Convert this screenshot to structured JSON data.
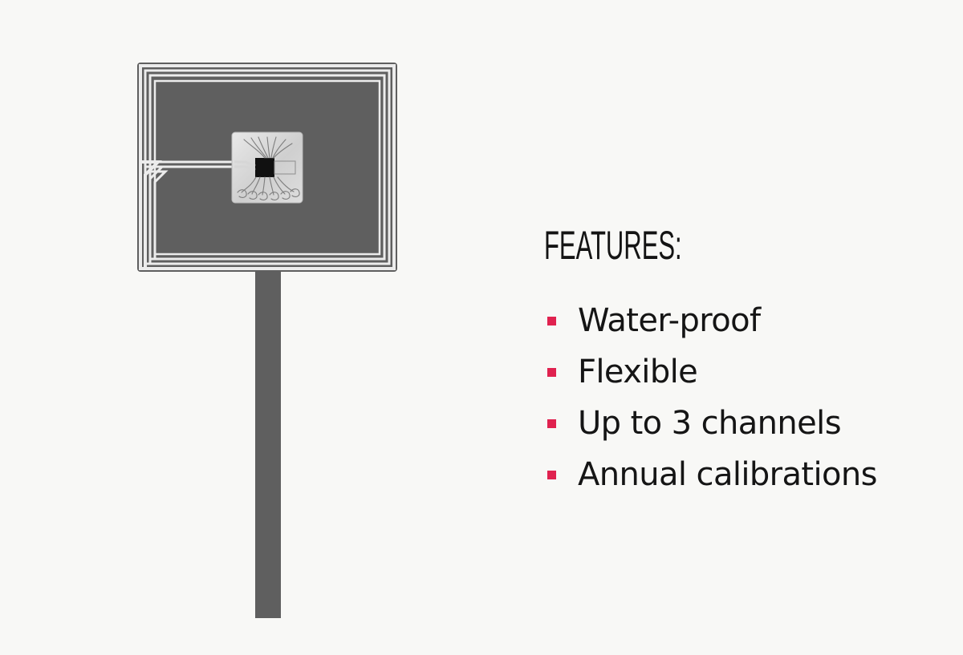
{
  "product": {
    "image": "flexible-rfid-sensor-icon",
    "colors": {
      "background": "#f8f8f6",
      "substrate": "#5f5f5f",
      "antenna": "#ececec",
      "chip": "#d5d5d5",
      "chip_core": "#111111"
    }
  },
  "features": {
    "heading": "FEATURES:",
    "bullet_color": "#e0224f",
    "items": [
      {
        "label": "Water-proof"
      },
      {
        "label": "Flexible"
      },
      {
        "label": "Up to 3 channels"
      },
      {
        "label": "Annual calibrations"
      }
    ]
  }
}
